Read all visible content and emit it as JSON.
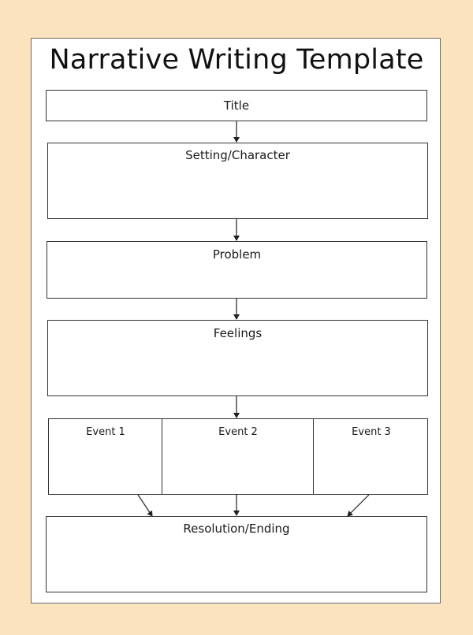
{
  "template": {
    "heading": "Narrative Writing Template",
    "title_label": "Title",
    "setting_label": "Setting/Character",
    "problem_label": "Problem",
    "feelings_label": "Feelings",
    "events": [
      {
        "label": "Event 1"
      },
      {
        "label": "Event 2"
      },
      {
        "label": "Event 3"
      }
    ],
    "resolution_label": "Resolution/Ending"
  },
  "colors": {
    "background": "#fae3bd",
    "sheet": "#ffffff",
    "line": "#333333"
  }
}
